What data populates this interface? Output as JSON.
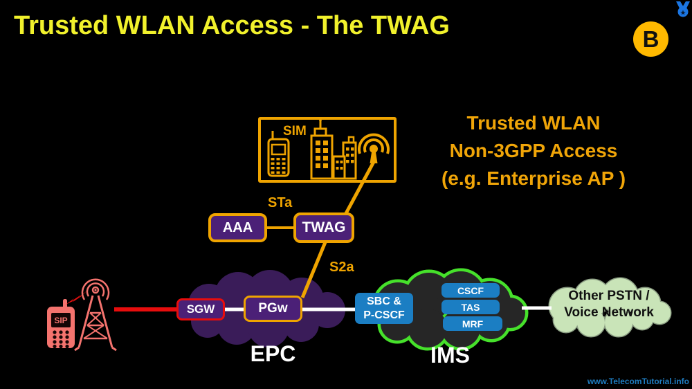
{
  "title": "Trusted WLAN Access - The TWAG",
  "badge_label": "B",
  "watermark": "www.TelecomTutorial.info",
  "access": {
    "sim_label": "SIM",
    "caption_line1": "Trusted WLAN",
    "caption_line2": "Non-3GPP Access",
    "caption_line3": "(e.g. Enterprise AP )"
  },
  "interfaces": {
    "sta": "STa",
    "s2a": "S2a"
  },
  "nodes": {
    "aaa": "AAA",
    "twag": "TWAG",
    "sgw": "SGW",
    "pgw": "PGw",
    "sbc_line1": "SBC &",
    "sbc_line2": "P-CSCF",
    "cscf": "CSCF",
    "tas": "TAS",
    "mrf": "MRF"
  },
  "clouds": {
    "epc": "EPC",
    "ims": "IMS",
    "pstn_line1": "Other PSTN /",
    "pstn_line2": "Voice Network"
  },
  "ue": {
    "sip_label": "SIP"
  },
  "colors": {
    "gold_accent": "#EFA400",
    "title_yellow": "#F1F12C",
    "node_purple": "#4B2077",
    "epc_cloud_purple": "#3A1C59",
    "ims_border_green": "#46E12B",
    "ims_cloud_fill": "#262626",
    "ims_node_blue": "#1B7EC3",
    "red": "#E70D0D",
    "ue_salmon": "#F4736E",
    "pstn_cloud_green": "#C9E4B8",
    "watermark_blue": "#1E7CC0",
    "badge_yellow": "#FFB900",
    "medal_blue": "#1B76E3"
  }
}
